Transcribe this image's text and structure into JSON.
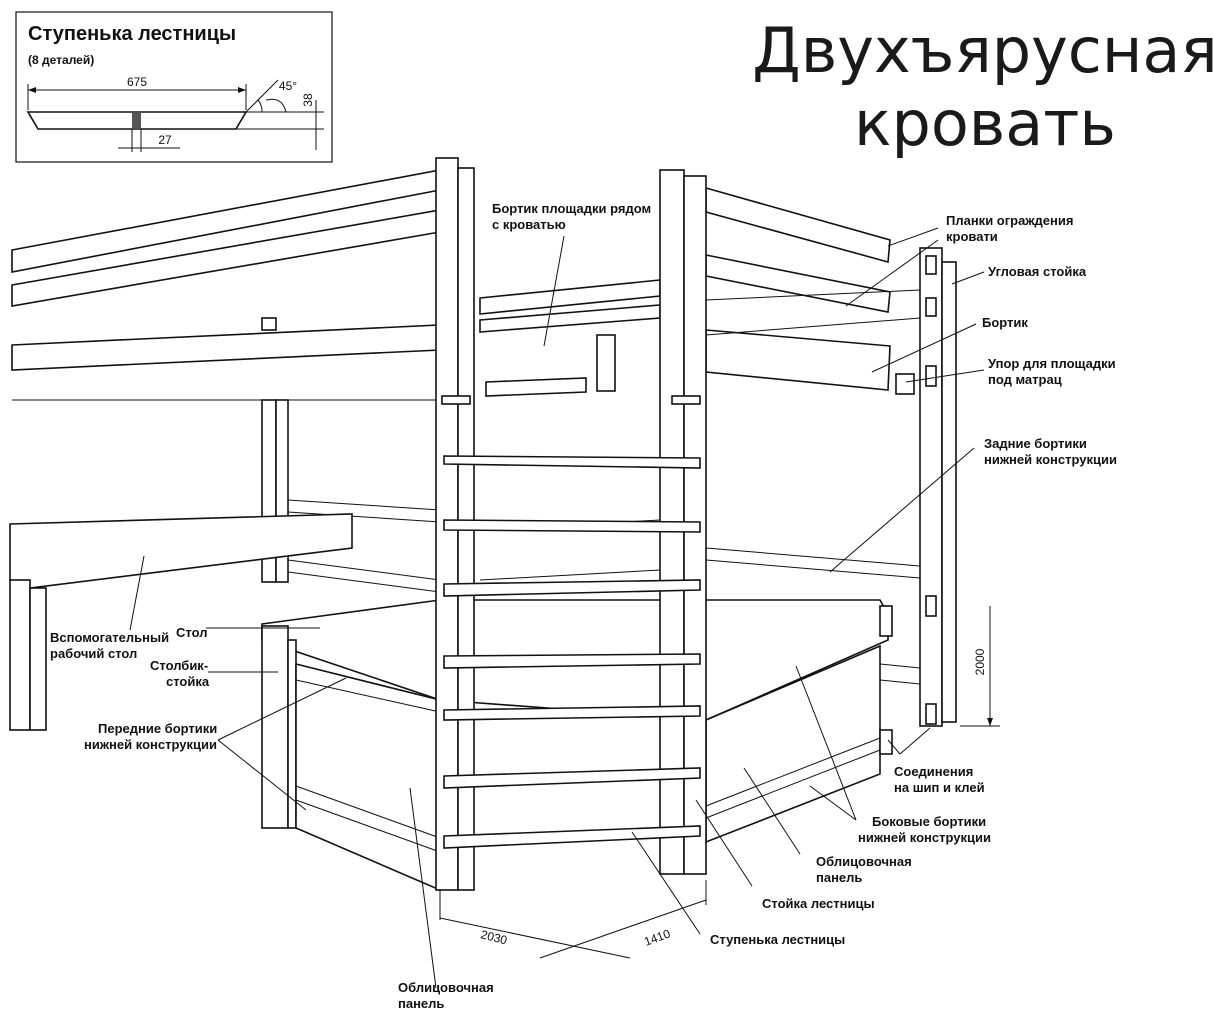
{
  "title": {
    "line1": "Двухъярусная",
    "line2": "кровать"
  },
  "inset": {
    "title": "Ступенька лестницы",
    "subtitle": "(8 деталей)",
    "dim_length": "675",
    "dim_angle": "45°",
    "dim_height": "38",
    "dim_width": "27"
  },
  "dimensions": {
    "length": "2030",
    "width": "1410",
    "height": "2000"
  },
  "labels": {
    "platform_side": [
      "Бортик площадки рядом",
      "с кроватью"
    ],
    "guard_rails": [
      "Планки ограждения",
      "кровати"
    ],
    "corner_post": "Угловая стойка",
    "side_board": "Бортик",
    "mattress_stop": [
      "Упор для площадки",
      "под матрац"
    ],
    "rear_boards": [
      "Задние бортики",
      "нижней конструкции"
    ],
    "aux_desk": [
      "Вспомогательный",
      "рабочий стол"
    ],
    "table": "Стол",
    "post": [
      "Столбик-",
      "стойка"
    ],
    "front_boards": [
      "Передние бортики",
      "нижней конструкции"
    ],
    "joints": [
      "Соединения",
      "на шип и клей"
    ],
    "side_lower_boards": [
      "Боковые бортики",
      "нижней конструкции"
    ],
    "facing_panel_right": [
      "Облицовочная",
      "панель"
    ],
    "ladder_post": "Стойка лестницы",
    "ladder_step": "Ступенька лестницы",
    "facing_panel_bottom": [
      "Облицовочная",
      "панель"
    ]
  }
}
